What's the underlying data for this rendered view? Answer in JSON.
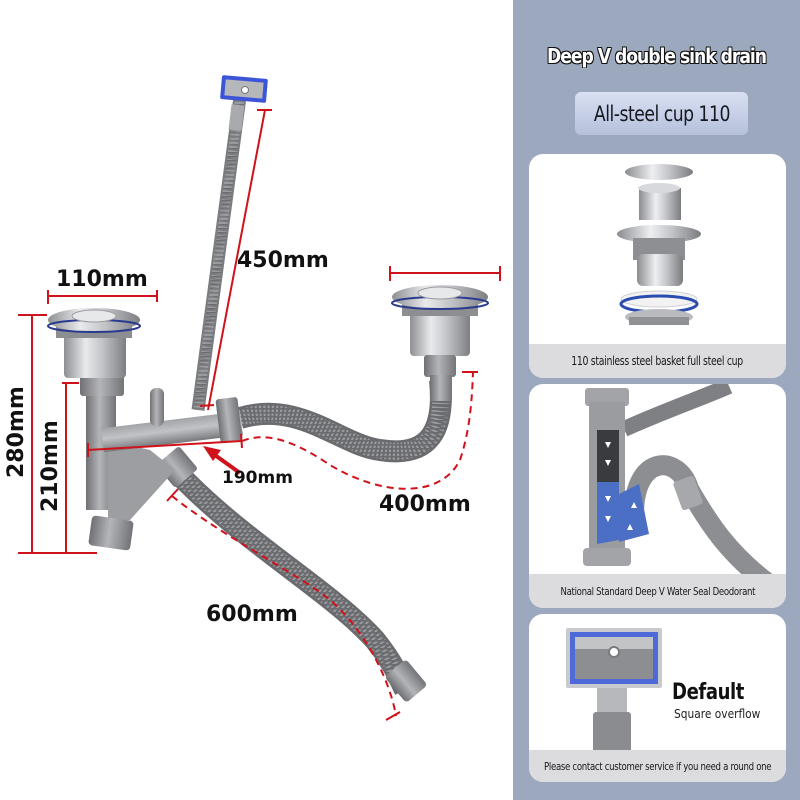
{
  "diagram": {
    "dimensions": {
      "strainer_diameter": "110mm",
      "overflow_hose_length": "450mm",
      "total_height": "280mm",
      "trap_height": "210mm",
      "branch_width": "190mm",
      "right_hose_length": "400mm",
      "outlet_hose_length": "600mm"
    },
    "colors": {
      "dimension_line": "#d0121b",
      "pipe": "#8c8c8f",
      "overflow_frame": "#3c55d8"
    }
  },
  "panel": {
    "title": "Deep V double sink drain",
    "badge": "All-steel cup 110",
    "background": "#9ca8bd",
    "cards": [
      {
        "image": "stainless-steel-basket-exploded-view",
        "caption": "110 stainless steel basket full steel cup"
      },
      {
        "image": "deep-v-water-seal-cutaway",
        "caption": "National Standard Deep V Water Seal Deodorant"
      },
      {
        "image": "square-overflow-head",
        "label": "Default",
        "sublabel": "Square overflow",
        "caption": "Please contact customer service if you need a round one"
      }
    ]
  }
}
